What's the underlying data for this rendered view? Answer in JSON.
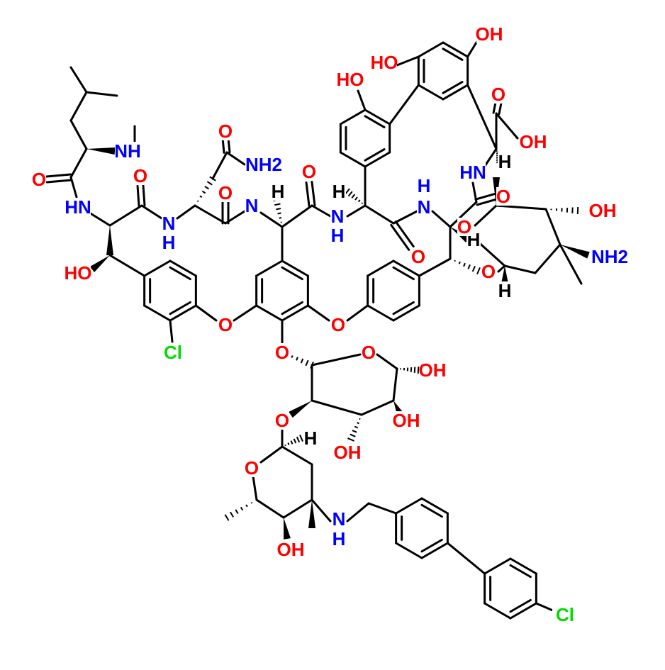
{
  "element_colors": {
    "O": "#ff0000",
    "N": "#0000ff",
    "Cl": "#00dd00",
    "H": "#000000"
  },
  "atoms": [
    {
      "text": "NH",
      "el": "N"
    },
    {
      "text": "O",
      "el": "O"
    },
    {
      "text": "HN",
      "el": "N"
    },
    {
      "text": "O",
      "el": "O"
    },
    {
      "text": "HO",
      "el": "O"
    },
    {
      "text": "Cl",
      "el": "Cl"
    },
    {
      "text": "N",
      "el": "N"
    },
    {
      "text": "H",
      "el": "N"
    },
    {
      "text": "O",
      "el": "O"
    },
    {
      "text": "NH2",
      "el": "N"
    },
    {
      "text": "O",
      "el": "O"
    },
    {
      "text": "N",
      "el": "N"
    },
    {
      "text": "H",
      "el": "H"
    },
    {
      "text": "O",
      "el": "O"
    },
    {
      "text": "H",
      "el": "H"
    },
    {
      "text": "N",
      "el": "N"
    },
    {
      "text": "H",
      "el": "N"
    },
    {
      "text": "HO",
      "el": "O"
    },
    {
      "text": "HO",
      "el": "O"
    },
    {
      "text": "OH",
      "el": "O"
    },
    {
      "text": "O",
      "el": "O"
    },
    {
      "text": "OH",
      "el": "O"
    },
    {
      "text": "HN",
      "el": "N"
    },
    {
      "text": "H",
      "el": "H"
    },
    {
      "text": "O",
      "el": "O"
    },
    {
      "text": "N",
      "el": "N"
    },
    {
      "text": "H",
      "el": "N"
    },
    {
      "text": "H",
      "el": "H"
    },
    {
      "text": "O",
      "el": "O"
    },
    {
      "text": "O",
      "el": "O"
    },
    {
      "text": "OH",
      "el": "O"
    },
    {
      "text": "NH2",
      "el": "N"
    },
    {
      "text": "O",
      "el": "O"
    },
    {
      "text": "H",
      "el": "H"
    },
    {
      "text": "O",
      "el": "O"
    },
    {
      "text": "O",
      "el": "O"
    },
    {
      "text": "O",
      "el": "O"
    },
    {
      "text": "O",
      "el": "O"
    },
    {
      "text": "OH",
      "el": "O"
    },
    {
      "text": "O",
      "el": "O"
    },
    {
      "text": "H",
      "el": "H"
    },
    {
      "text": "OH",
      "el": "O"
    },
    {
      "text": "OH",
      "el": "O"
    },
    {
      "text": "O",
      "el": "O"
    },
    {
      "text": "N",
      "el": "N"
    },
    {
      "text": "H",
      "el": "N"
    },
    {
      "text": "OH",
      "el": "O"
    },
    {
      "text": "Cl",
      "el": "Cl"
    }
  ]
}
